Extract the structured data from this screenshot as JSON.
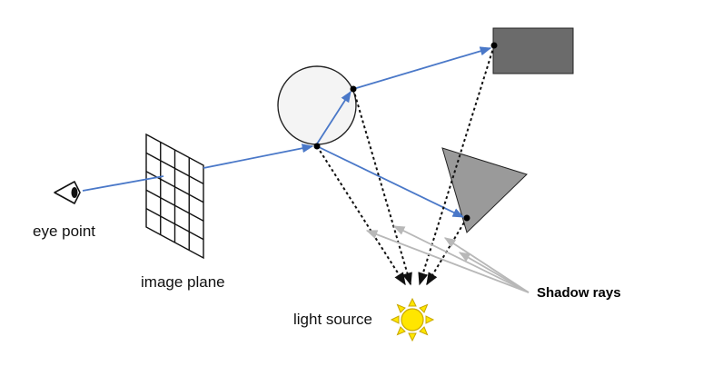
{
  "labels": {
    "eye_point": "eye point",
    "image_plane": "image plane",
    "light_source": "light source",
    "shadow_rays": "Shadow rays"
  },
  "colors": {
    "primary_ray": "#4a78c8",
    "shadow_ray": "#111111",
    "shadow_rays_pointer": "#b8b8b8",
    "sphere_fill": "#f4f4f4",
    "rectangle_fill": "#6b6b6b",
    "triangle_fill": "#9a9a9a",
    "sun_fill": "#ffe600",
    "sun_stroke": "#c8a800"
  }
}
